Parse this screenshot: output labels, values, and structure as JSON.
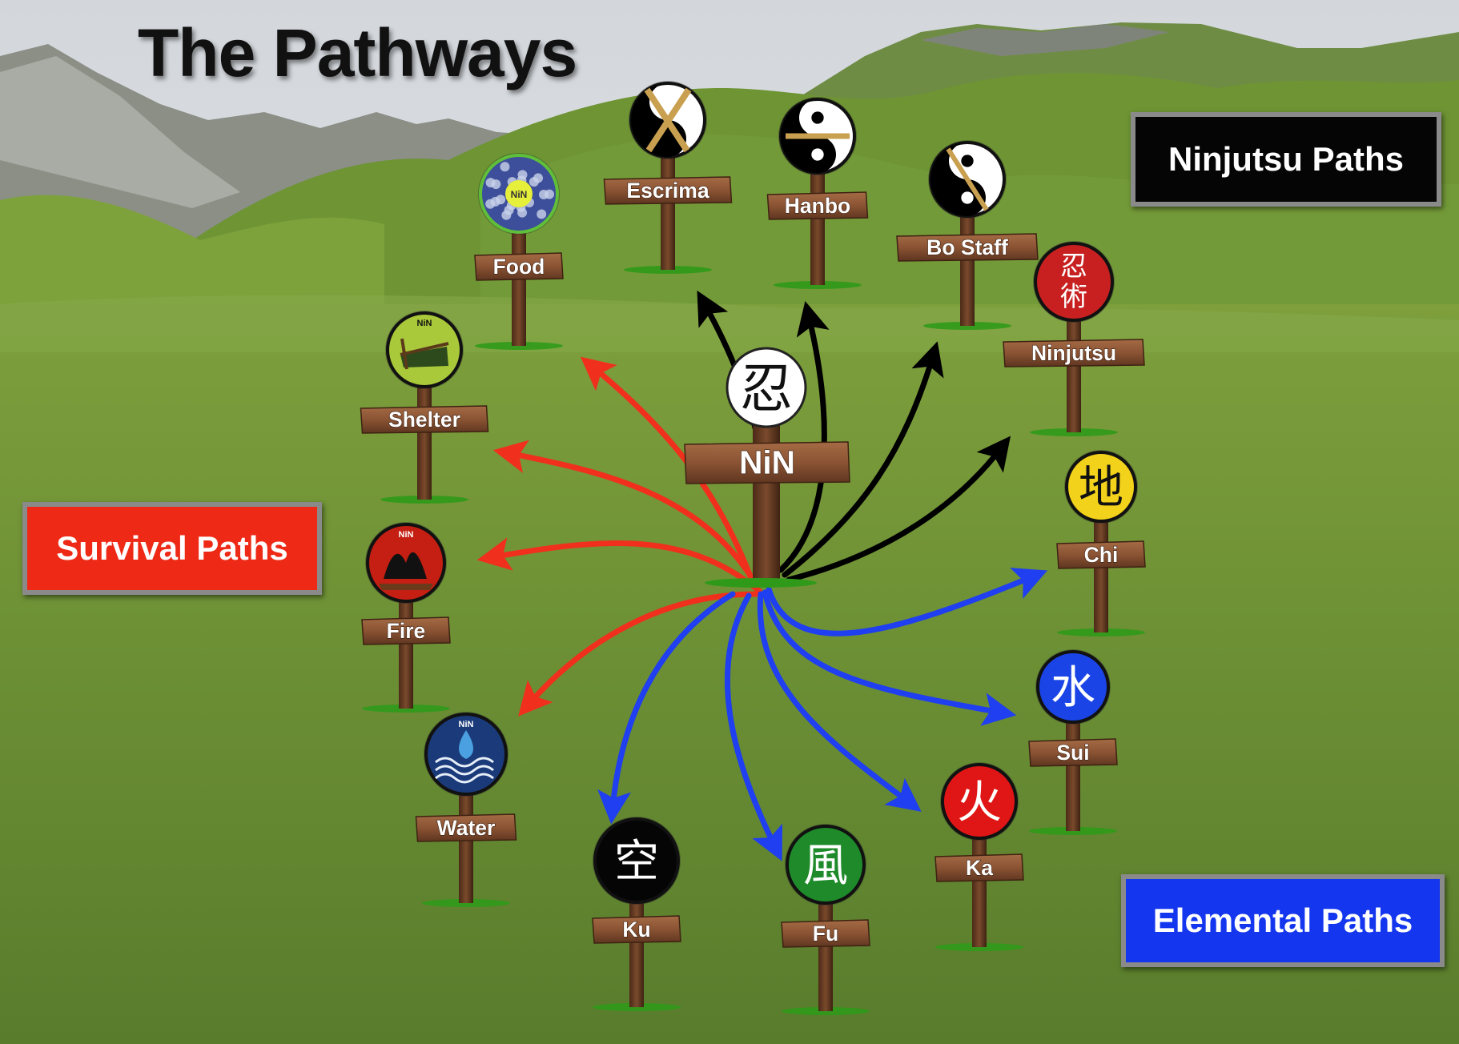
{
  "title": "The Pathways",
  "center": {
    "label": "NiN",
    "glyph": "忍"
  },
  "legends": {
    "ninjutsu": {
      "label": "Ninjutsu Paths",
      "color": "#050505"
    },
    "survival": {
      "label": "Survival Paths",
      "color": "#ee2a16"
    },
    "elemental": {
      "label": "Elemental Paths",
      "color": "#1336ee"
    }
  },
  "signs": [
    {
      "id": "food",
      "label": "Food",
      "group": "survival",
      "icon": "food-icon",
      "badge": "NiN"
    },
    {
      "id": "shelter",
      "label": "Shelter",
      "group": "survival",
      "icon": "shelter-icon",
      "badge": "NiN"
    },
    {
      "id": "fire",
      "label": "Fire",
      "group": "survival",
      "icon": "fire-icon",
      "badge": "NiN"
    },
    {
      "id": "water",
      "label": "Water",
      "group": "survival",
      "icon": "water-icon",
      "badge": "NiN"
    },
    {
      "id": "escrima",
      "label": "Escrima",
      "group": "ninjutsu",
      "icon": "crossed-sticks-icon"
    },
    {
      "id": "hanbo",
      "label": "Hanbo",
      "group": "ninjutsu",
      "icon": "yin-yang-staff-icon"
    },
    {
      "id": "bo-staff",
      "label": "Bo Staff",
      "group": "ninjutsu",
      "icon": "yin-yang-bo-icon"
    },
    {
      "id": "ninjutsu",
      "label": "Ninjutsu",
      "group": "ninjutsu",
      "icon": "ninjutsu-kanji-icon",
      "glyph": "忍術"
    },
    {
      "id": "chi",
      "label": "Chi",
      "group": "elemental",
      "icon": "earth-kanji-icon",
      "glyph": "地"
    },
    {
      "id": "sui",
      "label": "Sui",
      "group": "elemental",
      "icon": "water-kanji-icon",
      "glyph": "水"
    },
    {
      "id": "ka",
      "label": "Ka",
      "group": "elemental",
      "icon": "fire-kanji-icon",
      "glyph": "火"
    },
    {
      "id": "fu",
      "label": "Fu",
      "group": "elemental",
      "icon": "wind-kanji-icon",
      "glyph": "風"
    },
    {
      "id": "ku",
      "label": "Ku",
      "group": "elemental",
      "icon": "void-kanji-icon",
      "glyph": "空"
    }
  ]
}
